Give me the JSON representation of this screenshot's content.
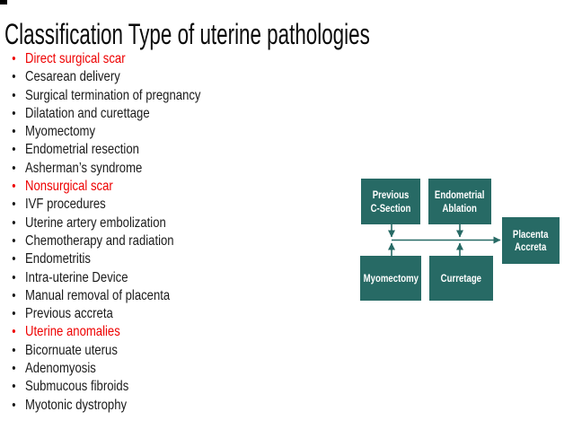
{
  "slide": {
    "title": "Classification Type of uterine pathologies",
    "bullets": [
      {
        "text": "Direct surgical scar",
        "emphasis": "red"
      },
      {
        "text": "Cesarean delivery",
        "emphasis": "normal"
      },
      {
        "text": "Surgical termination of pregnancy",
        "emphasis": "normal"
      },
      {
        "text": "Dilatation and curettage",
        "emphasis": "normal"
      },
      {
        "text": "Myomectomy",
        "emphasis": "normal"
      },
      {
        "text": "Endometrial resection",
        "emphasis": "normal"
      },
      {
        "text": "Asherman’s syndrome",
        "emphasis": "normal"
      },
      {
        "text": "Nonsurgical scar",
        "emphasis": "red"
      },
      {
        "text": "IVF procedures",
        "emphasis": "normal"
      },
      {
        "text": "Uterine artery embolization",
        "emphasis": "normal"
      },
      {
        "text": "Chemotherapy and radiation",
        "emphasis": "normal"
      },
      {
        "text": "Endometritis",
        "emphasis": "normal"
      },
      {
        "text": "Intra-uterine Device",
        "emphasis": "normal"
      },
      {
        "text": "Manual removal of placenta",
        "emphasis": "normal"
      },
      {
        "text": "Previous accreta",
        "emphasis": "normal"
      },
      {
        "text": "Uterine anomalies",
        "emphasis": "red"
      },
      {
        "text": "Bicornuate uterus",
        "emphasis": "normal"
      },
      {
        "text": "Adenomyosis",
        "emphasis": "normal"
      },
      {
        "text": "Submucous fibroids",
        "emphasis": "normal"
      },
      {
        "text": "Myotonic dystrophy",
        "emphasis": "normal"
      }
    ],
    "colors": {
      "emphasis_red": "#ee0000",
      "diagram_teal": "#276a65",
      "body_text": "#1a1a1a"
    },
    "diagram": {
      "nodes": {
        "previous_c_section": "Previous\nC-Section",
        "endometrial_ablation": "Endometrial\nAblation",
        "placenta_accreta": "Placenta\nAccreta",
        "myomectomy": "Myomectomy",
        "curretage": "Curretage"
      }
    }
  }
}
